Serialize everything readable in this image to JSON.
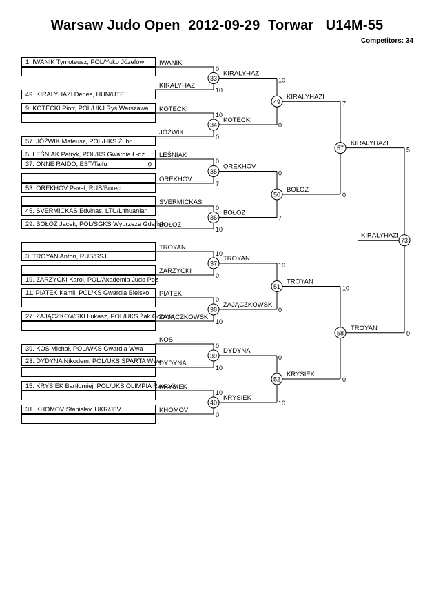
{
  "header": {
    "title": "Warsaw Judo Open  2012-09-29  Torwar   U14M-55",
    "competitors": "Competitors: 34"
  },
  "entries": [
    "1. IWANIK Tymoteusz, POL/Yuko Józefów",
    "",
    "49. KIRALYHAZI  Denes, HUN/UTE",
    "9. KOTECKI Piotr, POL/UKJ Ryś Warszawa",
    "",
    "57. JÓŹWIK Mateusz, POL/HKS Żubr",
    "5. LEŚNIAK Patryk, POL/KS Gwardia Ł-dź",
    "37. ONNE RAIDO, EST/Taifu",
    "",
    "53. OREKHOV Pavel, RUS/Borec",
    "",
    "45. SVERMICKAS Edvinas, LTU/Lithuanian",
    "29. BOŁOZ Jacek, POL/SGKS Wybrzeże Gdańsk",
    "",
    "3. TROYAN  Anton, RUS/SSJ",
    "",
    "19. ZARZYCKI Karol, POL/Akademia Judo Poz",
    "11. PIATEK Kamil, POL/KS Gwardia Bielsko",
    "",
    "27. ZAJĄCZKOWSKI  Łukasz, POL/UKS Żak Gorzów",
    "",
    "39. KOS Michał, POL/WKS Gwardia Wwa",
    "23. DYDYNA Nikodem, POL/UKS SPARTA Wwa",
    "",
    "15. KRYSIEK Bartłomiej, POL/UKS OLIMPIA Rzeszów",
    "",
    "31. KHOMOV Stanislav, UKR/JFV",
    ""
  ],
  "prelim": {
    "score": "0"
  },
  "round1": [
    {
      "top": "IWANIK",
      "bottom": "KIRALYHAZI",
      "num": "33",
      "s1": "0",
      "s2": "10",
      "winner": "KIRALYHAZI"
    },
    {
      "top": "KOTECKI",
      "bottom": "JÓŹWIK",
      "num": "34",
      "s1": "10",
      "s2": "0",
      "winner": "KOTECKI"
    },
    {
      "top": "LEŚNIAK",
      "bottom": "OREKHOV",
      "num": "35",
      "s1": "0",
      "s2": "7",
      "winner": "OREKHOV"
    },
    {
      "top": "SVERMICKAS",
      "bottom": "BOŁOZ",
      "num": "36",
      "s1": "0",
      "s2": "10",
      "winner": "BOŁOZ"
    },
    {
      "top": "TROYAN",
      "bottom": "ZARZYCKI",
      "num": "37",
      "s1": "10",
      "s2": "0",
      "winner": "TROYAN"
    },
    {
      "top": "PIATEK",
      "bottom": "ZAJĄCZKOWSKI",
      "num": "38",
      "s1": "0",
      "s2": "10",
      "winner": "ZAJĄCZKOWSKI"
    },
    {
      "top": "KOS",
      "bottom": "DYDYNA",
      "num": "39",
      "s1": "0",
      "s2": "10",
      "winner": "DYDYNA"
    },
    {
      "top": "KRYSIEK",
      "bottom": "KHOMOV",
      "num": "40",
      "s1": "10",
      "s2": "0",
      "winner": "KRYSIEK"
    }
  ],
  "round2": [
    {
      "num": "49",
      "s1": "10",
      "s2": "0",
      "winner": "KIRALYHAZI"
    },
    {
      "num": "50",
      "s1": "0",
      "s2": "7",
      "winner": "BOŁOZ"
    },
    {
      "num": "51",
      "s1": "10",
      "s2": "0",
      "winner": "TROYAN"
    },
    {
      "num": "52",
      "s1": "0",
      "s2": "10",
      "winner": "KRYSIEK"
    }
  ],
  "round3": [
    {
      "num": "57",
      "s1": "7",
      "s2": "0",
      "winner": "KIRALYHAZI"
    },
    {
      "num": "58",
      "s1": "10",
      "s2": "0",
      "winner": "TROYAN"
    }
  ],
  "final": {
    "num": "73",
    "s1": "5",
    "s2": "0",
    "winner": "KIRALYHAZI"
  }
}
